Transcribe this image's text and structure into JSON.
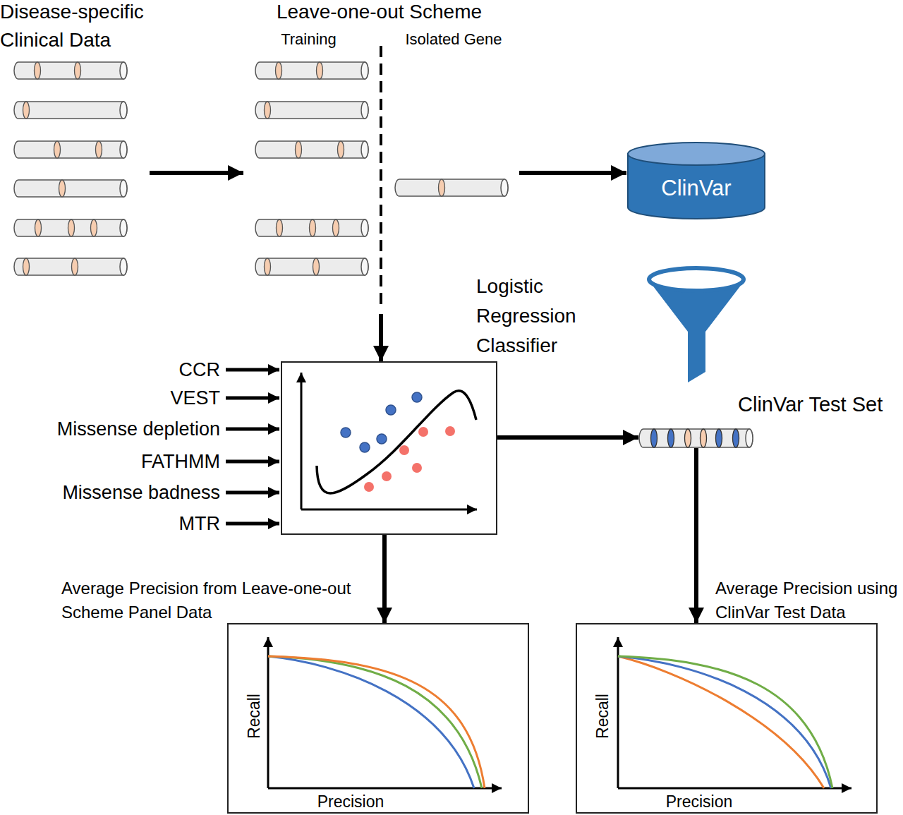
{
  "diagram": {
    "nodes": [
      {
        "text": [
          "Disease-specific Clinical Data"
        ]
      },
      {
        "text": [
          "Leave-one-out Scheme"
        ]
      },
      {
        "text": [
          "Training"
        ],
        "in": 1
      },
      {
        "text": [
          "Isolated Gene"
        ],
        "in": 1
      },
      {
        "text": [
          "ClinVar"
        ]
      },
      {
        "text": [
          "Logistic Regression Classifier"
        ]
      },
      {
        "text": [
          "ClinVar Test Set"
        ]
      },
      {
        "text": [
          "Average Precision from Leave-one-out Scheme Panel Data",
          "Recall",
          "Precision"
        ]
      },
      {
        "text": [
          "Average Precision using ClinVar Test Data",
          "Recall",
          "Precision"
        ]
      }
    ],
    "edges": [
      {
        "from": 0,
        "to": 1,
        "arrow": "to"
      },
      {
        "from": 3,
        "to": 4,
        "arrow": "to"
      },
      {
        "from": 1,
        "to": 5,
        "arrow": "to"
      },
      {
        "from": 5,
        "to": 6,
        "arrow": "to"
      },
      {
        "from": 5,
        "to": 7,
        "arrow": "to"
      },
      {
        "from": 6,
        "to": 8,
        "arrow": "to"
      }
    ],
    "labels": [
      "CCR",
      "VEST",
      "Missense depletion",
      "FATHMM",
      "Missense badness",
      "MTR"
    ]
  }
}
